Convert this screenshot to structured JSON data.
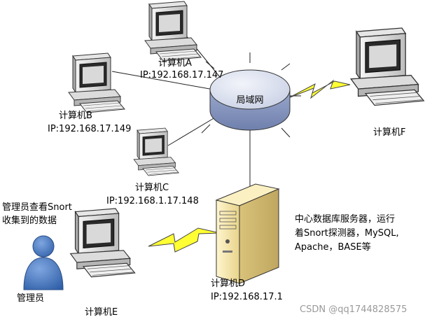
{
  "network": {
    "label": "局域网"
  },
  "computers": {
    "a": {
      "name": "计算机A",
      "ip": "IP:192.168.17.147"
    },
    "b": {
      "name": "计算机B",
      "ip": "IP:192.168.17.149"
    },
    "c": {
      "name": "计算机C",
      "ip": "IP:192.168.1.17.148"
    },
    "d": {
      "name": "计算机D",
      "ip": "IP:192.168.17.1"
    },
    "e": {
      "name": "计算机E"
    },
    "f": {
      "name": "计算机F"
    }
  },
  "server_desc": {
    "line1": "中心数据库服务器，运行",
    "line2": "着Snort探测器，MySQL,",
    "line3": "Apache，BASE等"
  },
  "admin": {
    "caption_line1": "管理员查看Snort",
    "caption_line2": "收集到的数据",
    "label": "管理员"
  },
  "watermark": "CSDN @qq1744828575",
  "colors": {
    "hub_top": "#d6dcec",
    "hub_side": "#7f8fb8",
    "lightning": "#ffff33",
    "admin_figure": "#4c7cc4",
    "server_body": "#f3e3a6"
  }
}
